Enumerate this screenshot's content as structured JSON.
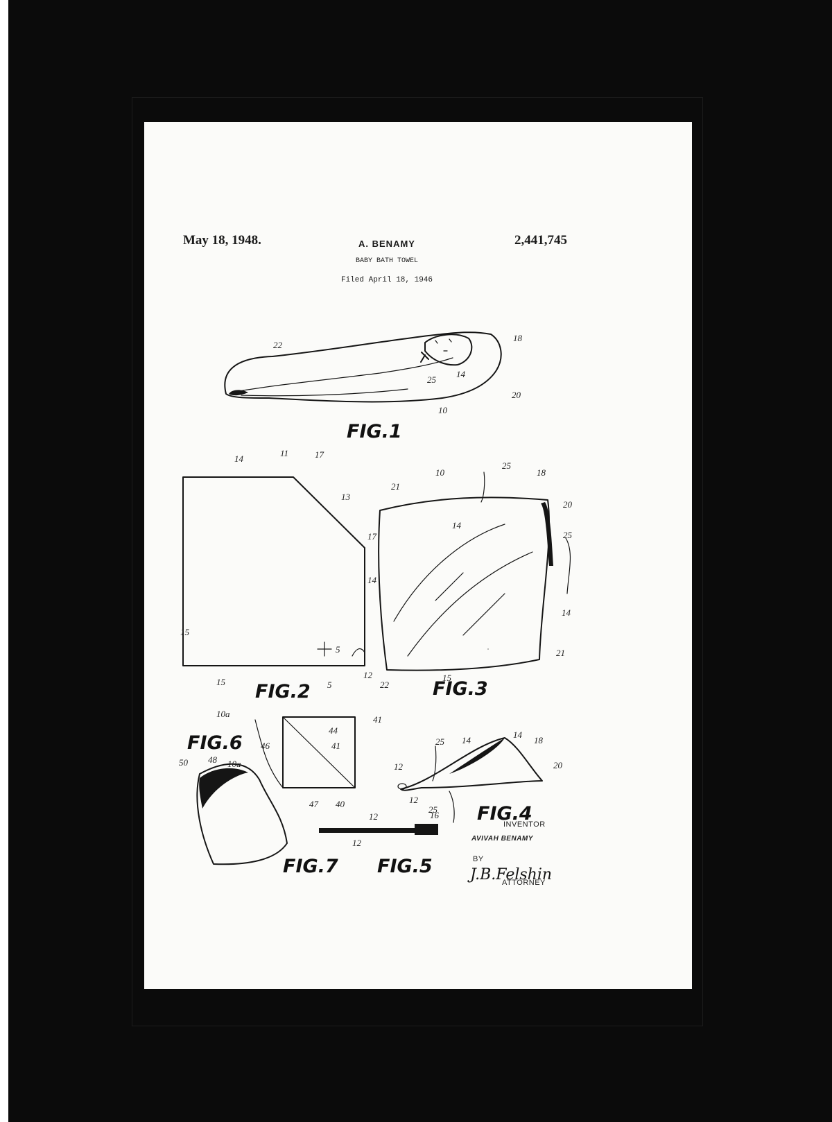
{
  "header": {
    "date": "May 18, 1948.",
    "inventor_name": "A. BENAMY",
    "title": "BABY BATH TOWEL",
    "filed": "Filed April 18, 1946",
    "patent_number": "2,441,745"
  },
  "figures": {
    "fig1": "FIG.1",
    "fig2": "FIG.2",
    "fig3": "FIG.3",
    "fig4": "FIG.4",
    "fig5": "FIG.5",
    "fig6": "FIG.6",
    "fig7": "FIG.7"
  },
  "references": {
    "fig1": [
      "22",
      "18",
      "25",
      "14",
      "20",
      "10"
    ],
    "fig2": [
      "14",
      "11",
      "17",
      "13",
      "17",
      "14",
      "15",
      "5",
      "12",
      "15",
      "5"
    ],
    "fig3": [
      "10",
      "25",
      "18",
      "21",
      "14",
      "20",
      "25",
      "14",
      "21",
      "22",
      "15"
    ],
    "fig4": [
      "25",
      "14",
      "14",
      "18",
      "20",
      "12",
      "12",
      "25"
    ],
    "fig5": [
      "12",
      "16",
      "12"
    ],
    "fig6": [
      "10a",
      "44",
      "41",
      "46",
      "41",
      "47",
      "40"
    ],
    "fig7": [
      "50",
      "48",
      "10a"
    ]
  },
  "signature_block": {
    "inventor_label": "INVENTOR",
    "inventor_full_name": "AVIVAH BENAMY",
    "by_label": "BY",
    "attorney_signature": "J.B.Felshin",
    "attorney_label": "ATTORNEY"
  },
  "colors": {
    "mat": "#0b0b0b",
    "paper": "#fbfbf9",
    "ink": "#151515"
  }
}
